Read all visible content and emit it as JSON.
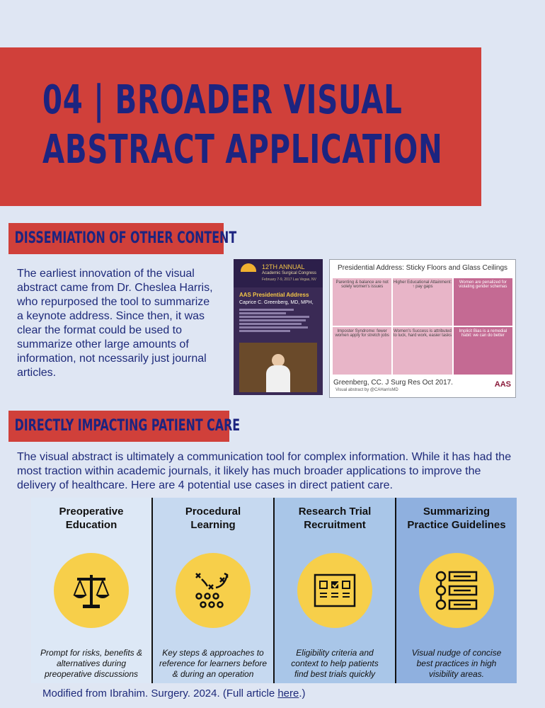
{
  "header": {
    "title_line1": "04 | BROADER VISUAL",
    "title_line2": "ABSTRACT APPLICATION"
  },
  "section1": {
    "label": "DISSEMIATION  OF OTHER CONTENT",
    "body": "The earliest innovation of the visual abstract came from Dr. Cheslea Harris, who repurposed the tool to summarize a keynote address. Since then, it was clear the format could be used to summarize other large amounts of information, not ncessarily just journal articles."
  },
  "keynote_slide": {
    "annual": "12TH ANNUAL",
    "congress": "Academic Surgical Congress",
    "date": "February 7-9, 2017  Las Vegas, NV",
    "address": "AAS Presidential Address",
    "speaker": "Caprice C. Greenberg, MD, MPH,"
  },
  "visual_abstract": {
    "title": "Presidential Address: Sticky Floors and Glass Ceilings",
    "cells": [
      "Parenting & balance are not solely women's issues",
      "Higher Educational Attainment: ↑ pay gaps",
      "Women are penalized for violating gender schemas",
      "Imposter Syndrome: fewer women apply for stretch jobs",
      "Women's Success is attributed to luck, hard work, easier tasks",
      "Implicit Bias is a remedial habit: we can do better"
    ],
    "citation": "Greenberg, CC. J Surg Res Oct 2017.",
    "credit": "Visual abstract by @CAHarrisMD",
    "logo": "AAS"
  },
  "section2": {
    "label": "DIRECTLY IMPACTING PATIENT CARE",
    "body": "The visual abstract is ultimately a communication tool for complex information. While it has had the most traction within academic journals, it likely has much broader applications to improve the delivery of healthcare. Here are 4 potential use cases in direct patient care."
  },
  "use_cases": [
    {
      "title": "Preoperative\nEducation",
      "desc": "Prompt for risks, benefits &\nalternatives during\npreoperative discussions",
      "icon": "scales-icon",
      "bg": "#dde8f6"
    },
    {
      "title": "Procedural\nLearning",
      "desc": "Key steps & approaches to\nreference for learners before\n& during an operation",
      "icon": "playbook-icon",
      "bg": "#c6d9f0"
    },
    {
      "title": "Research Trial\nRecruitment",
      "desc": "Eligibility criteria and\ncontext to help patients\nfind best trials quickly",
      "icon": "checklist-board-icon",
      "bg": "#a9c6e8"
    },
    {
      "title": "Summarizing\nPractice Guidelines",
      "desc": "Visual nudge of concise\nbest practices in high\nvisibility areas.",
      "icon": "guideline-list-icon",
      "bg": "#8fb0df"
    }
  ],
  "footer": {
    "text": "Modified from Ibrahim. Surgery. 2024.  (Full article ",
    "link": "here",
    "end": ".)"
  },
  "colors": {
    "accent_red": "#d0403a",
    "navy": "#1c2480",
    "page_bg": "#dfe6f3",
    "icon_yellow": "#f7cf4a"
  }
}
